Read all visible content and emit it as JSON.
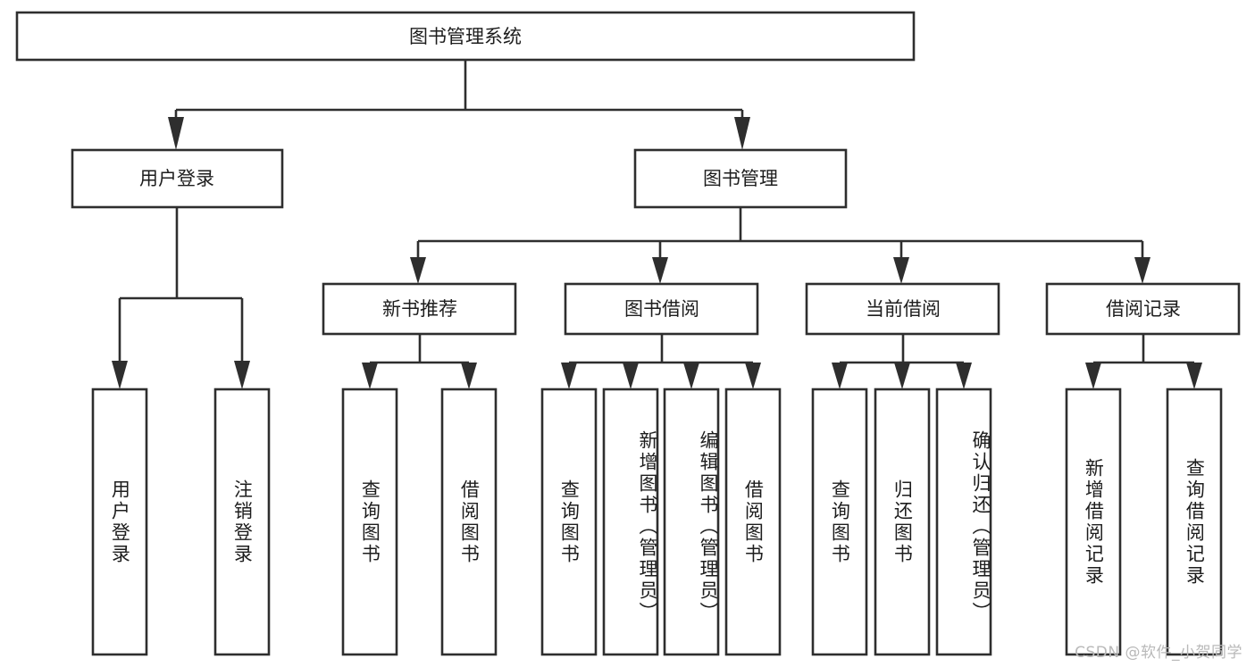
{
  "diagram": {
    "type": "tree-hierarchy-chart",
    "title": "图书管理系统",
    "background_color": "#ffffff",
    "line_color": "#2e2e2e",
    "text_color": "#1d1d1d",
    "root": {
      "label": "图书管理系统"
    },
    "level2": [
      {
        "label": "用户登录"
      },
      {
        "label": "图书管理"
      }
    ],
    "level3": [
      {
        "label": "新书推荐"
      },
      {
        "label": "图书借阅"
      },
      {
        "label": "当前借阅"
      },
      {
        "label": "借阅记录"
      }
    ],
    "leaves": {
      "user_login": [
        {
          "label": "用户登录"
        },
        {
          "label": "注销登录"
        }
      ],
      "new_book_recommend": [
        {
          "label": "查询图书"
        },
        {
          "label": "借阅图书"
        }
      ],
      "book_borrow": [
        {
          "label": "查询图书"
        },
        {
          "label": "新增图书（管理员）"
        },
        {
          "label": "编辑图书（管理员）"
        },
        {
          "label": "借阅图书"
        }
      ],
      "current_borrow": [
        {
          "label": "查询图书"
        },
        {
          "label": "归还图书"
        },
        {
          "label": "确认归还（管理员）"
        }
      ],
      "borrow_record": [
        {
          "label": "新增借阅记录"
        },
        {
          "label": "查询借阅记录"
        }
      ]
    }
  },
  "watermark": {
    "text": "CSDN @软件_小贺同学",
    "color": "#b9b9b9"
  }
}
